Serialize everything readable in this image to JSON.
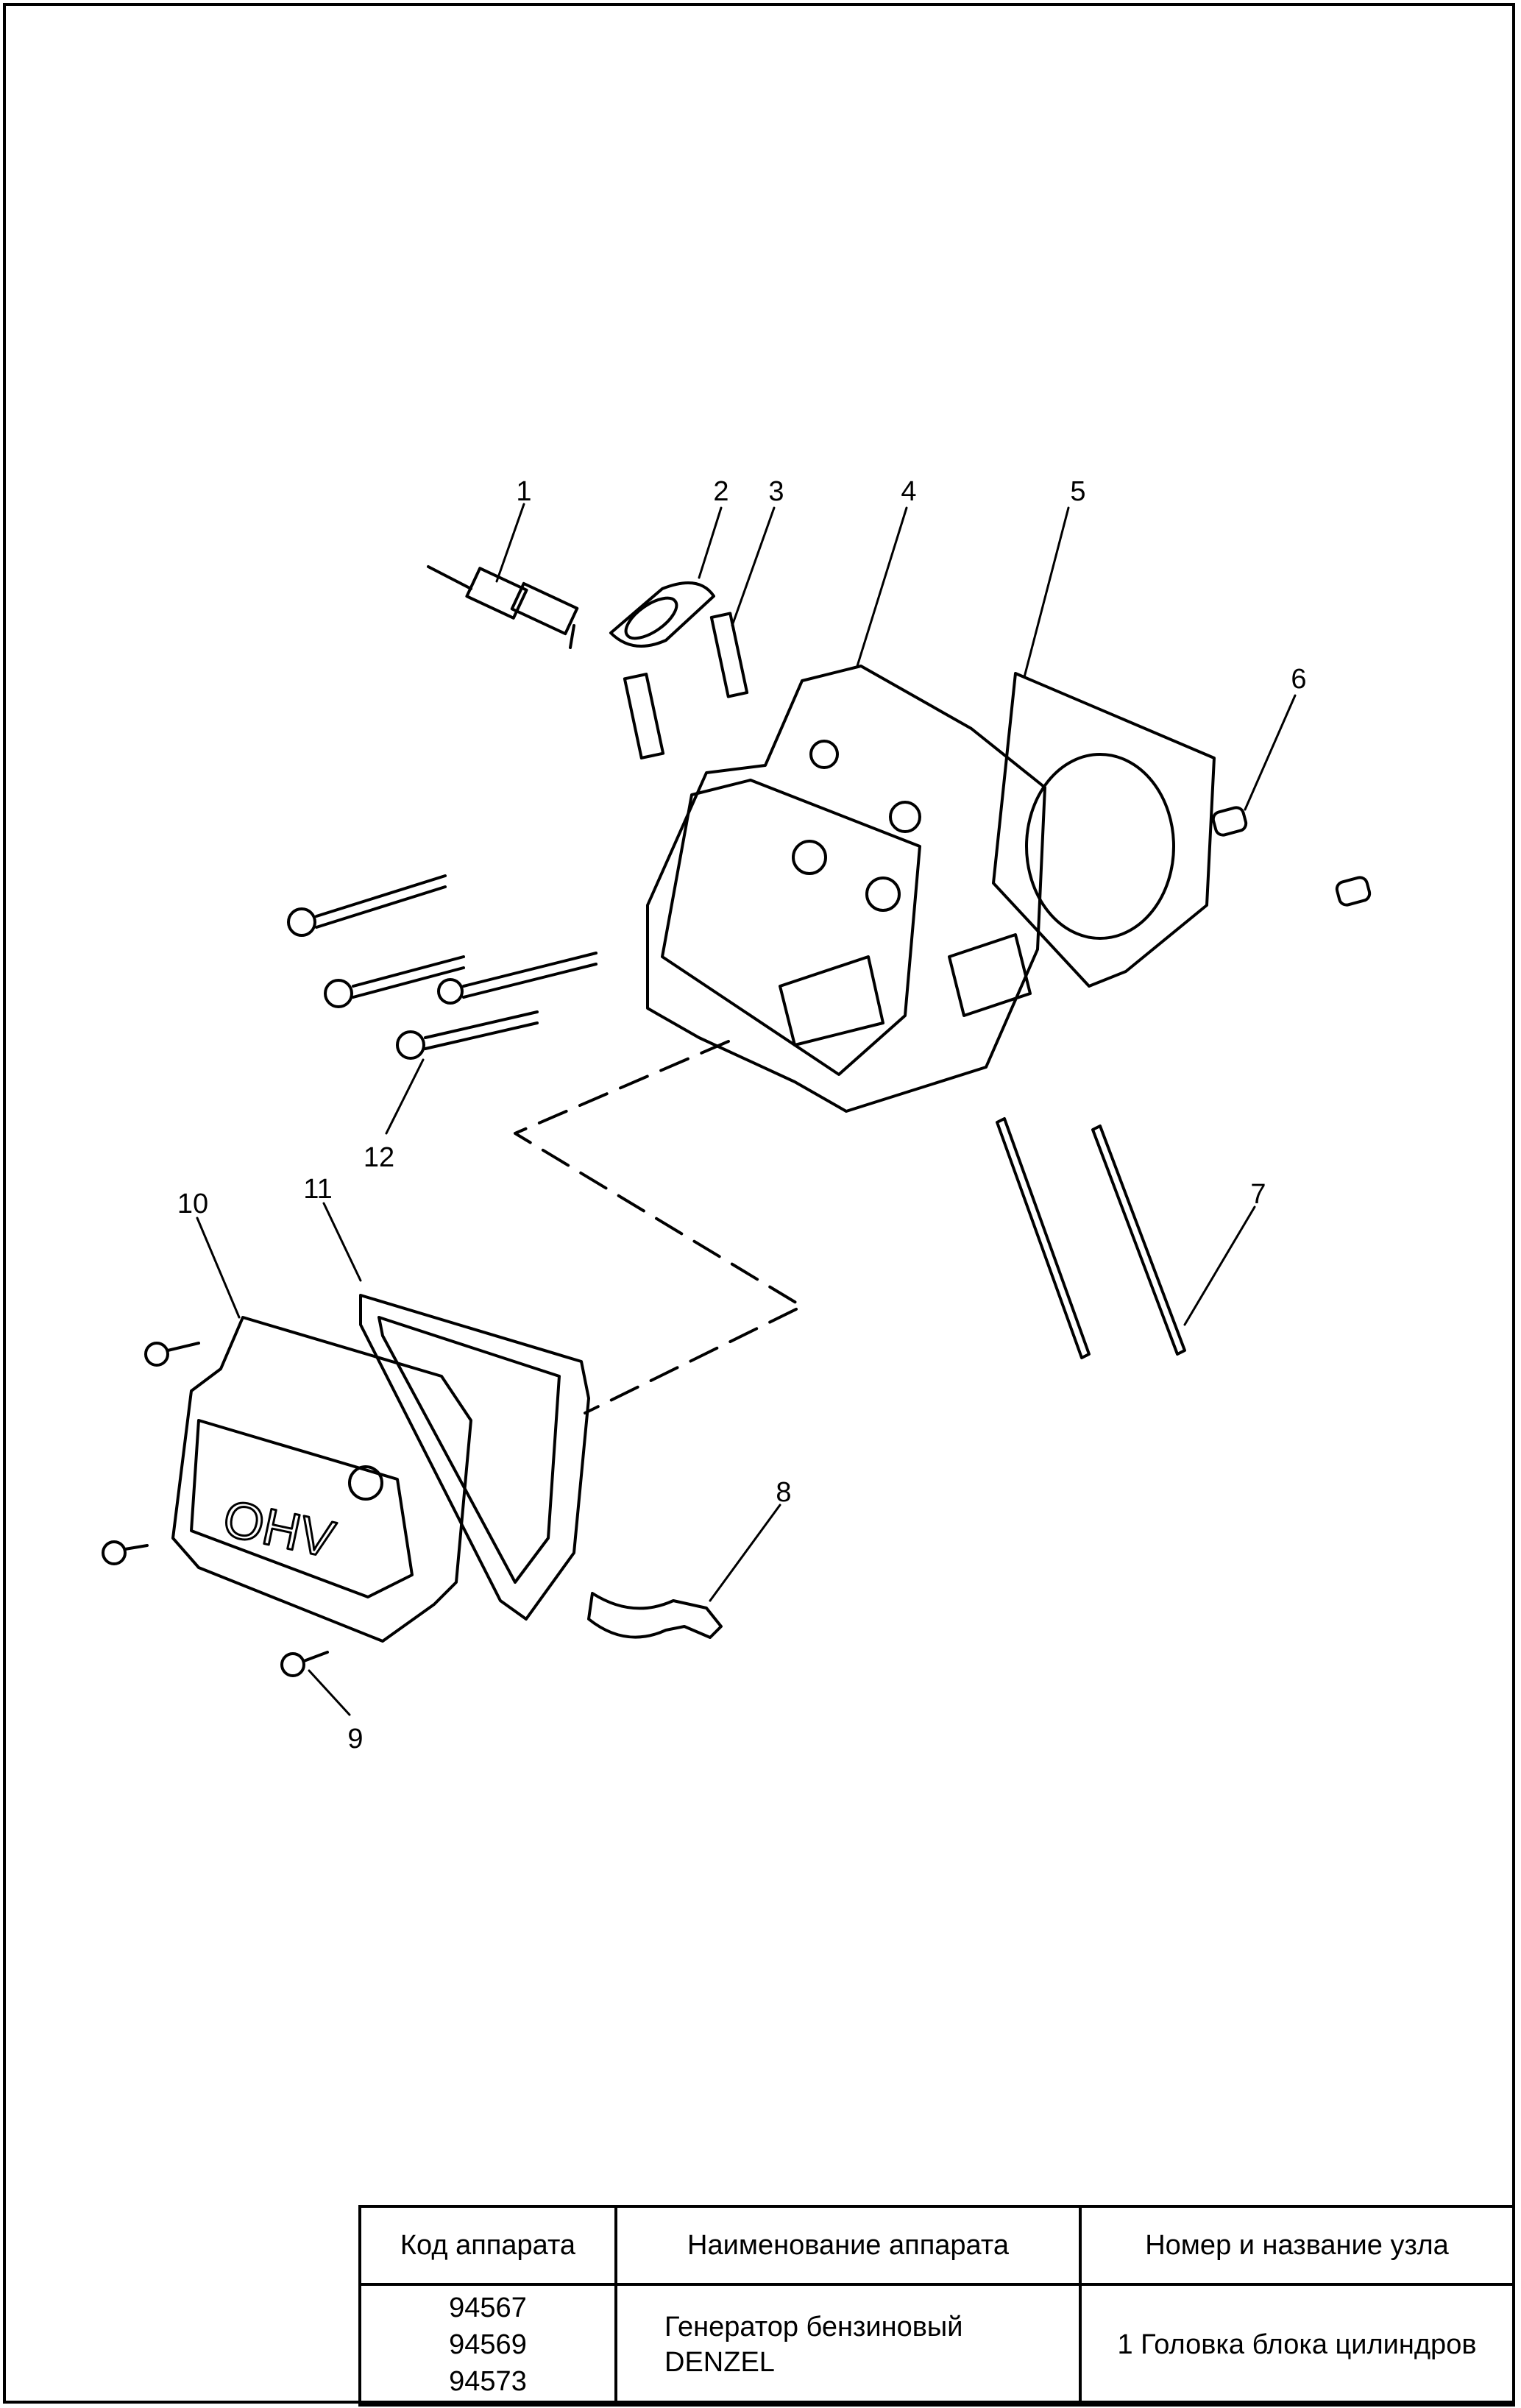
{
  "diagram": {
    "callouts": [
      "1",
      "2",
      "3",
      "4",
      "5",
      "6",
      "7",
      "8",
      "9",
      "10",
      "11",
      "12"
    ],
    "cover_lettering": "OHV"
  },
  "title_block": {
    "headers": {
      "device_code": "Код аппарата",
      "device_name": "Наименование аппарата",
      "unit": "Номер и название узла"
    },
    "device_codes": [
      "94567",
      "94569",
      "94573"
    ],
    "device_name_lines": [
      "Генератор бензиновый",
      "DENZEL"
    ],
    "unit_name": "1 Головка блока цилиндров"
  }
}
